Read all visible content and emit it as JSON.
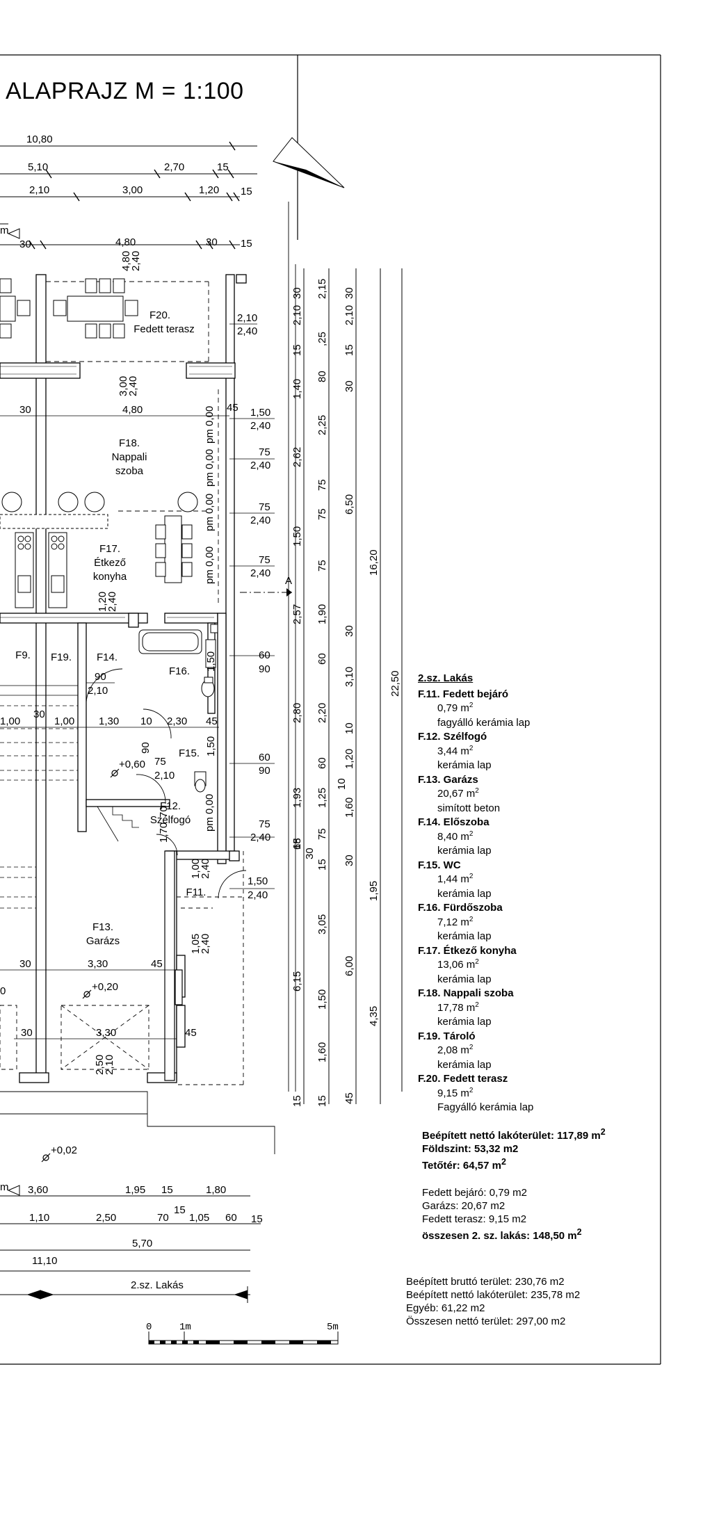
{
  "title": "ALAPRAJZ  M = 1:100",
  "section_marker": "A",
  "top_dims": {
    "row1": [
      "10,80"
    ],
    "row2": [
      "5,10",
      "2,70",
      "15"
    ],
    "row3": [
      "2,10",
      "3,00",
      "1,20",
      "15"
    ],
    "row4": [
      "30",
      "4,80",
      "30",
      "15"
    ]
  },
  "rooms": {
    "f20_code": "F20.",
    "f20_name": "Fedett terasz",
    "f18_code": "F18.",
    "f18_name1": "Nappali",
    "f18_name2": "szoba",
    "f17_code": "F17.",
    "f17_name1": "Étkező",
    "f17_name2": "konyha",
    "f9": "F9.",
    "f19": "F19.",
    "f14": "F14.",
    "f16": "F16.",
    "f15": "F15.",
    "f12_code": "F12.",
    "f12_name": "Szélfogó",
    "f11": "F11.",
    "f13_code": "F13.",
    "f13_name": "Garázs"
  },
  "levels": {
    "l1": "+0,60",
    "l2": "+0,20",
    "l3": "+0,02",
    "pm": "pm 0,00"
  },
  "inner_dims": {
    "d_30a": "30",
    "d_480": "4,80",
    "d_45a": "45",
    "d_300_240": [
      "3,00",
      "2,40"
    ],
    "d_480_240": [
      "4,80",
      "2,40"
    ],
    "d_210_240": [
      "2,10",
      "2,40"
    ],
    "d_150_240": [
      "1,50",
      "2,40"
    ],
    "d_75_240": [
      "75",
      "2,40"
    ],
    "d_120_240": [
      "1,20",
      "2,40"
    ],
    "d_60_90": [
      "60",
      "90"
    ],
    "d_90_210": [
      "90",
      "2,10"
    ],
    "row_mid": [
      "1,00",
      "30",
      "1,00",
      "1,30",
      "10",
      "2,30",
      "45"
    ],
    "d_75_210": [
      "75",
      "2,10"
    ],
    "d_90": "90",
    "d_150": "1,50",
    "d_70_170": [
      "70",
      "1,70"
    ],
    "d_100_240": [
      "1,00",
      "2,40"
    ],
    "d_105_240": [
      "1,05",
      "2,40"
    ],
    "garage": [
      "30",
      "3,30",
      "45"
    ],
    "garage2": [
      "30",
      "3,30",
      "45"
    ],
    "d_250_210": [
      "2,50",
      "2,10"
    ],
    "d_0": "0"
  },
  "right_dims": {
    "col1": [
      "30",
      "2,10",
      "15",
      "1,40",
      "2,62",
      "1,50",
      "2,57",
      "2,80",
      "1,93",
      "15",
      "68",
      "6,15",
      "15"
    ],
    "col2": [
      "30",
      "2,10",
      "15",
      "1,40",
      "2,62",
      "1,50",
      "2,57",
      "2,80",
      "1,93",
      "15",
      "3,05",
      "1,50",
      "1,60",
      "15"
    ],
    "col3": [
      "2,15",
      ",25",
      "80",
      "2,25",
      "75",
      "75",
      "75",
      "1,90",
      "60",
      "2,20",
      "60",
      "1,25",
      "75",
      "15",
      "3,05",
      "1,50",
      "1,60",
      "15"
    ],
    "col4": [
      "30",
      "2,10",
      "15",
      "30",
      "6,50",
      "30",
      "3,10",
      "10",
      "1,20",
      "10",
      "1,60",
      "30",
      "6,00",
      "45"
    ],
    "col5": [
      "16,20",
      "1,95",
      "4,35"
    ],
    "col6": [
      "22,50"
    ],
    "misc": [
      "30"
    ]
  },
  "bottom_dims": {
    "row1": [
      "3,60",
      "1,95",
      "15",
      "1,80"
    ],
    "row1b": "15",
    "row2": [
      "1,10",
      "2,50",
      "70",
      "1,05",
      "60",
      "15"
    ],
    "row3": [
      "5,70"
    ],
    "row4": [
      "11,10"
    ],
    "row5": [
      "2.sz. Lakás"
    ],
    "label_m": "m"
  },
  "legend": {
    "heading": "2.sz. Lakás",
    "items": [
      {
        "name": "F.11.  Fedett bejáró",
        "area": "0,79 m",
        "finish": "fagyálló kerámia lap"
      },
      {
        "name": "F.12.  Szélfogó",
        "area": "3,44 m",
        "finish": "kerámia lap"
      },
      {
        "name": "F.13.  Garázs",
        "area": "20,67 m",
        "finish": "simított beton"
      },
      {
        "name": "F.14.  Előszoba",
        "area": "8,40 m",
        "finish": "kerámia lap"
      },
      {
        "name": "F.15.  WC",
        "area": "1,44 m",
        "finish": "kerámia lap"
      },
      {
        "name": "F.16.  Fürdőszoba",
        "area": "7,12 m",
        "finish": "kerámia lap"
      },
      {
        "name": "F.17.  Étkező konyha",
        "area": "13,06 m",
        "finish": "kerámia lap"
      },
      {
        "name": "F.18.  Nappali szoba",
        "area": "17,78 m",
        "finish": "kerámia lap"
      },
      {
        "name": "F.19.  Tároló",
        "area": "2,08 m",
        "finish": "kerámia lap"
      },
      {
        "name": "F.20.  Fedett terasz",
        "area": "9,15 m",
        "finish": "Fagyálló kerámia lap"
      }
    ],
    "sup": "2"
  },
  "summary1": {
    "line1": "Beépített nettó lakóterület: 117,89 m",
    "line2": "Földszint: 53,32 m2",
    "line3": "Tetőtér: 64,57 m",
    "sup": "2"
  },
  "summary2": {
    "line1": "Fedett bejáró: 0,79 m2",
    "line2": "Garázs: 20,67  m2",
    "line3": "Fedett terasz: 9,15 m2",
    "line4": "összesen 2. sz. lakás: 148,50 m",
    "sup": "2"
  },
  "summary3": {
    "line1": "Beépített bruttó terület:  230,76 m2",
    "line2": "Beépített nettó lakóterület: 235,78 m2",
    "line3": "Egyéb: 61,22 m2",
    "line4": "Összesen nettó terület: 297,00 m2"
  },
  "scale_bar": {
    "start": "0",
    "mid": "1m",
    "end": "5m"
  }
}
